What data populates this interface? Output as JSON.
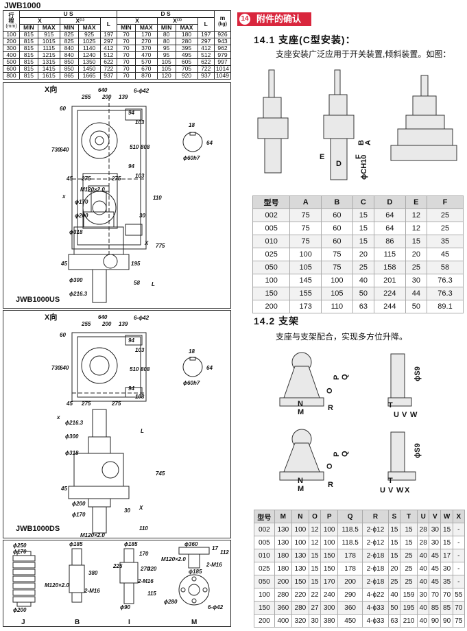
{
  "page_title": "JWB1000",
  "spec_table": {
    "row_label_lines": [
      "行",
      "程",
      "(mm)"
    ],
    "us_label": "U S",
    "ds_label": "D S",
    "weight_label": "m",
    "weight_unit": "(kg)",
    "x_label": "X",
    "x1_label": "X⁽¹⁾",
    "l_label": "L",
    "min_label": "MIN",
    "max_label": "MAX",
    "rows": [
      [
        "100",
        "815",
        "915",
        "825",
        "925",
        "197",
        "70",
        "170",
        "80",
        "180",
        "197",
        "926"
      ],
      [
        "200",
        "815",
        "1015",
        "825",
        "1025",
        "297",
        "70",
        "270",
        "80",
        "280",
        "297",
        "943"
      ],
      [
        "300",
        "815",
        "1115",
        "840",
        "1140",
        "412",
        "70",
        "370",
        "95",
        "395",
        "412",
        "962"
      ],
      [
        "400",
        "815",
        "1215",
        "840",
        "1240",
        "512",
        "70",
        "470",
        "95",
        "495",
        "512",
        "979"
      ],
      [
        "500",
        "815",
        "1315",
        "850",
        "1350",
        "622",
        "70",
        "570",
        "105",
        "605",
        "622",
        "997"
      ],
      [
        "600",
        "815",
        "1415",
        "850",
        "1450",
        "722",
        "70",
        "670",
        "105",
        "705",
        "722",
        "1014"
      ],
      [
        "800",
        "815",
        "1615",
        "865",
        "1665",
        "937",
        "70",
        "870",
        "120",
        "920",
        "937",
        "1049"
      ]
    ]
  },
  "drawing_us": {
    "x_dir": "X向",
    "dims": {
      "w640": "640",
      "w255": "255",
      "w200": "200",
      "w139": "139",
      "bolt": "6-ϕ42",
      "h60": "60",
      "h730": "730",
      "h640": "640",
      "h94": "94",
      "h103": "103",
      "h510": "510",
      "h808": "808",
      "w45": "45",
      "w275a": "275",
      "w275b": "275",
      "d18": "18",
      "d64": "64",
      "shaft": "ϕ60h7",
      "thread": "M120×2.0",
      "x": "x",
      "d170": "ϕ170",
      "d200": "ϕ200",
      "d318": "ϕ318",
      "d300": "ϕ300",
      "d2163": "ϕ216.3",
      "h110": "110",
      "h30": "30",
      "hX": "X",
      "h775": "775",
      "h45": "45",
      "h195": "195",
      "h58": "58",
      "hL": "L"
    },
    "label": "JWB1000US"
  },
  "drawing_ds": {
    "x_dir": "X向",
    "dims": {
      "w640": "640",
      "w255": "255",
      "w200": "200",
      "w139": "139",
      "bolt": "6-ϕ42",
      "h60": "60",
      "h730": "730",
      "h640": "640",
      "h94": "94",
      "h103": "103",
      "h510": "510",
      "h808": "808",
      "w45": "45",
      "w275a": "275",
      "w275b": "275",
      "d18": "18",
      "d64": "64",
      "shaft": "ϕ60h7",
      "x": "x",
      "d2163": "ϕ216.3",
      "d300": "ϕ300",
      "d318": "ϕ318",
      "d200": "ϕ200",
      "d170": "ϕ170",
      "thread": "M120×2.0",
      "hL": "L",
      "h745": "745",
      "h45": "45",
      "h30": "30",
      "hX": "X",
      "h110": "110"
    },
    "label": "JWB1000DS"
  },
  "drawing_end": {
    "j": {
      "d250": "ϕ250",
      "d170": "ϕ170",
      "d200": "ϕ200",
      "label": "J"
    },
    "b": {
      "d185": "ϕ185",
      "h380": "380",
      "thread": "M120×2.0",
      "bolt": "2-M16",
      "label": "B"
    },
    "i": {
      "d185": "ϕ185",
      "h170": "170",
      "h225": "225",
      "h270": "270",
      "h320": "320",
      "h115": "115",
      "bolt": "2-M16",
      "d90": "ϕ90",
      "label": "I"
    },
    "m": {
      "d360": "ϕ360",
      "h17": "17",
      "h112": "112",
      "thread": "M120×2.0",
      "bolt": "2-M16",
      "d185": "ϕ185",
      "d280": "ϕ280",
      "bolt6": "6-ϕ42",
      "label": "M"
    }
  },
  "section": {
    "num": "14",
    "title": "附件的确认",
    "s1_heading": "14.1  支座(C型安装)：",
    "s1_text": "支座安装广泛应用于开关装置,倾斜装置。如图：",
    "s1_fig": {
      "A": "A",
      "B": "B",
      "E": "E",
      "F": "F",
      "D": "D",
      "CH": "ϕCH10"
    },
    "table1": {
      "headers": [
        "型号",
        "A",
        "B",
        "C",
        "D",
        "E",
        "F"
      ],
      "rows": [
        [
          "002",
          "75",
          "60",
          "15",
          "64",
          "12",
          "25"
        ],
        [
          "005",
          "75",
          "60",
          "15",
          "64",
          "12",
          "25"
        ],
        [
          "010",
          "75",
          "60",
          "15",
          "86",
          "15",
          "35"
        ],
        [
          "025",
          "100",
          "75",
          "20",
          "115",
          "20",
          "45"
        ],
        [
          "050",
          "105",
          "75",
          "25",
          "158",
          "25",
          "58"
        ],
        [
          "100",
          "145",
          "100",
          "40",
          "201",
          "30",
          "76.3"
        ],
        [
          "150",
          "155",
          "105",
          "50",
          "224",
          "44",
          "76.3"
        ],
        [
          "200",
          "173",
          "110",
          "63",
          "244",
          "50",
          "89.1"
        ]
      ]
    },
    "s2_heading": "14.2  支架",
    "s2_text": "支座与支架配合，实现多方位升降。",
    "s2_fig": {
      "N": "N",
      "M": "M",
      "R": "R",
      "P": "P",
      "Q": "Q",
      "O": "O",
      "S": "ϕS9",
      "T": "T",
      "U": "U",
      "V": "V",
      "W": "W",
      "X": "X"
    },
    "table2": {
      "headers": [
        "型号",
        "M",
        "N",
        "O",
        "P",
        "Q",
        "R",
        "S",
        "T",
        "U",
        "V",
        "W",
        "X"
      ],
      "rows": [
        [
          "002",
          "130",
          "100",
          "12",
          "100",
          "118.5",
          "2-ϕ12",
          "15",
          "15",
          "28",
          "30",
          "15",
          "-"
        ],
        [
          "005",
          "130",
          "100",
          "12",
          "100",
          "118.5",
          "2-ϕ12",
          "15",
          "15",
          "28",
          "30",
          "15",
          "-"
        ],
        [
          "010",
          "180",
          "130",
          "15",
          "150",
          "178",
          "2-ϕ18",
          "15",
          "25",
          "40",
          "45",
          "17",
          "-"
        ],
        [
          "025",
          "180",
          "130",
          "15",
          "150",
          "178",
          "2-ϕ18",
          "20",
          "25",
          "40",
          "45",
          "30",
          "-"
        ],
        [
          "050",
          "200",
          "150",
          "15",
          "170",
          "200",
          "2-ϕ18",
          "25",
          "25",
          "40",
          "45",
          "35",
          "-"
        ],
        [
          "100",
          "280",
          "220",
          "22",
          "240",
          "290",
          "4-ϕ22",
          "40",
          "159",
          "30",
          "70",
          "70",
          "55"
        ],
        [
          "150",
          "360",
          "280",
          "27",
          "300",
          "360",
          "4-ϕ33",
          "50",
          "195",
          "40",
          "85",
          "85",
          "70"
        ],
        [
          "200",
          "400",
          "320",
          "30",
          "380",
          "450",
          "4-ϕ33",
          "63",
          "210",
          "40",
          "90",
          "90",
          "75"
        ]
      ]
    }
  }
}
